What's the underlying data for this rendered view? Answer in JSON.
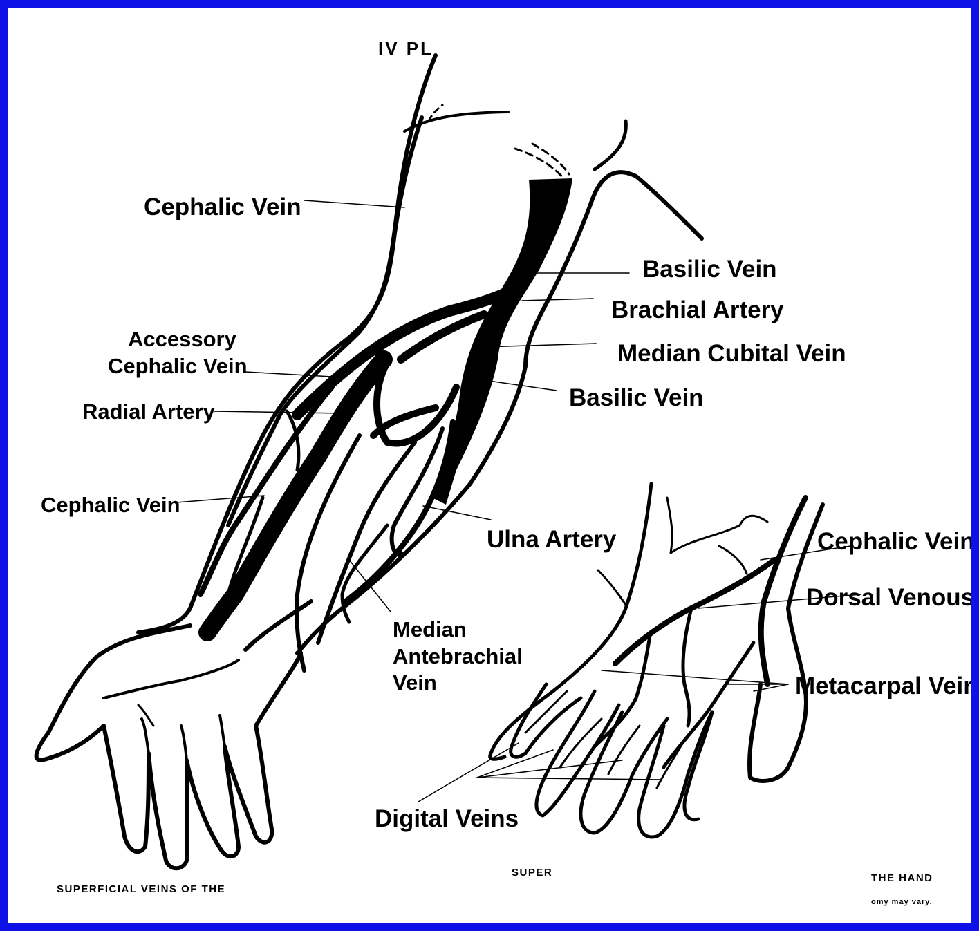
{
  "header": {
    "title": "IV PL"
  },
  "arm_labels": {
    "cephalic_vein_upper": "Cephalic Vein",
    "basilic_vein_upper": "Basilic Vein",
    "brachial_artery": "Brachial Artery",
    "accessory_cephalic_vein_line1": "Accessory",
    "accessory_cephalic_vein_line2": "Cephalic Vein",
    "median_cubital_vein": "Median Cubital Vein",
    "basilic_vein_lower": "Basilic Vein",
    "radial_artery": "Radial Artery",
    "cephalic_vein_lower": "Cephalic Vein",
    "ulna_artery": "Ulna Artery",
    "median_antebrachial_line1": "Median",
    "median_antebrachial_line2": "Antebrachial",
    "median_antebrachial_line3": "Vein"
  },
  "hand_labels": {
    "cephalic_vein": "Cephalic Vein",
    "dorsal_venous": "Dorsal Venous",
    "metacarpal_veins": "Metacarpal Veins",
    "digital_veins": "Digital Veins"
  },
  "captions": {
    "left": "SUPERFICIAL VEINS OF THE",
    "middle": "SUPER",
    "right": "THE HAND",
    "note": "omy may vary."
  },
  "colors": {
    "border": "#0f12e6",
    "ink": "#000000",
    "paper": "#ffffff"
  }
}
